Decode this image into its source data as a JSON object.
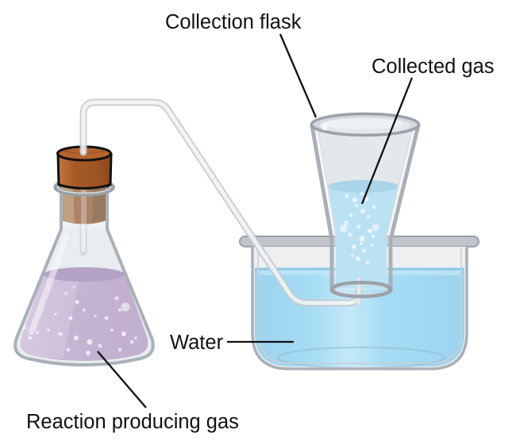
{
  "figure": {
    "type": "chemistry-apparatus-diagram",
    "description": "Collection of gas over water: a corked Erlenmeyer flask producing gas, connected by a bent delivery tube to an inverted collection flask standing in a water bath"
  },
  "labels": {
    "collection_flask": "Collection flask",
    "collected_gas": "Collected gas",
    "water": "Water",
    "reaction_producing_gas": "Reaction producing gas"
  },
  "colors": {
    "background": "#ffffff",
    "water_blue": "#a2d9f2",
    "water_blue_light": "#c9ebf9",
    "water_surface": "#8cc8e3",
    "reaction_liquid_purple": "#c6b4d3",
    "reaction_liquid_surface": "#b3a1c6",
    "cork_brown": "#a85b27",
    "cork_highlight": "#c0763f",
    "cork_shadow": "#8a4a1f",
    "glass_fill": "#e9edef",
    "glass_outline": "#a9b0b7",
    "rim_gray": "#c0c5cb",
    "leader_line": "#101010",
    "label_text": "#111111"
  }
}
